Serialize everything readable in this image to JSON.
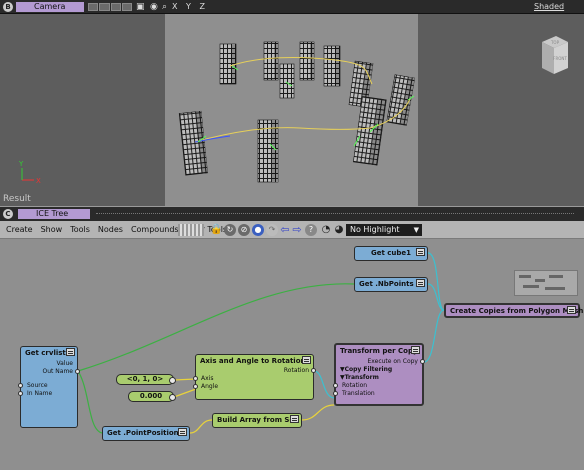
{
  "viewport": {
    "badge": "B",
    "camera_label": "Camera",
    "axes_label": "X Y Z",
    "shading_label": "Shaded",
    "result_label": "Result",
    "cube_top_label": "TOP",
    "cube_front_label": "FRONT",
    "axis_x": "X",
    "axis_y": "Y"
  },
  "ice": {
    "badge": "C",
    "title": "ICE Tree",
    "menu": [
      "Create",
      "Show",
      "Tools",
      "Nodes",
      "Compounds",
      "User Tools"
    ],
    "highlight_value": "No Highlight"
  },
  "nodes": {
    "get_crvlist": {
      "title": "Get crvlist",
      "value": "Value",
      "out_name": "Out Name",
      "source": "Source",
      "in_name": "In Name"
    },
    "get_cube": {
      "title": "Get cube1"
    },
    "get_nbpoints": {
      "title": "Get .NbPoints"
    },
    "create_copies": {
      "title": "Create Copies from Polygon Mesh"
    },
    "axis_angle": {
      "title": "Axis and Angle to Rotation",
      "rotation": "Rotation",
      "axis": "Axis",
      "angle": "Angle"
    },
    "axis_const": {
      "value": "<0, 1, 0>"
    },
    "angle_const": {
      "value": "0.000"
    },
    "transform_copy": {
      "title": "Transform per Copy",
      "execute": "Execute on Copy",
      "copy_filtering": "▼Copy Filtering",
      "transform": "▼Transform",
      "rotation": "Rotation",
      "translation": "Translation"
    },
    "build_array": {
      "title": "Build Array from Set"
    },
    "get_pointposition": {
      "title": "Get .PointPosition"
    }
  },
  "colors": {
    "data_node": "#7cacd4",
    "math_node": "#a9cc6e",
    "compound_node": "#ad8ec1",
    "title_tag": "#b39ad2"
  }
}
